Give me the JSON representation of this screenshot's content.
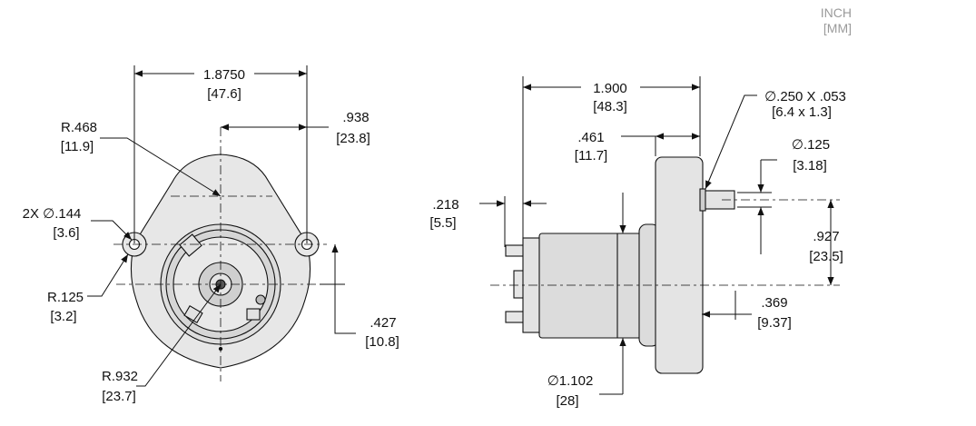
{
  "units": {
    "primary": "INCH",
    "secondary": "[MM]"
  },
  "front_view": {
    "width": {
      "inch": "1.8750",
      "mm": "[47.6]"
    },
    "half_width": {
      "inch": ".938",
      "mm": "[23.8]"
    },
    "top_radius": {
      "inch": "R.468",
      "mm": "[11.9]"
    },
    "holes": {
      "inch": "2X ∅.144",
      "mm": "[3.6]"
    },
    "lug_radius": {
      "inch": "R.125",
      "mm": "[3.2]"
    },
    "lug_offset": {
      "inch": ".427",
      "mm": "[10.8]"
    },
    "body_radius": {
      "inch": "R.932",
      "mm": "[23.7]"
    }
  },
  "side_view": {
    "length": {
      "inch": "1.900",
      "mm": "[48.3]"
    },
    "shaft": {
      "inch": "∅.250 X .053",
      "mm": "[6.4 x 1.3]"
    },
    "flange": {
      "inch": ".461",
      "mm": "[11.7]"
    },
    "flat": {
      "inch": "∅.125",
      "mm": "[3.18]"
    },
    "terminal": {
      "inch": ".218",
      "mm": "[5.5]"
    },
    "shaft_height": {
      "inch": ".927",
      "mm": "[23.5]"
    },
    "hub": {
      "inch": ".369",
      "mm": "[9.37]"
    },
    "motor_dia": {
      "inch": "∅1.102",
      "mm": "[28]"
    }
  }
}
